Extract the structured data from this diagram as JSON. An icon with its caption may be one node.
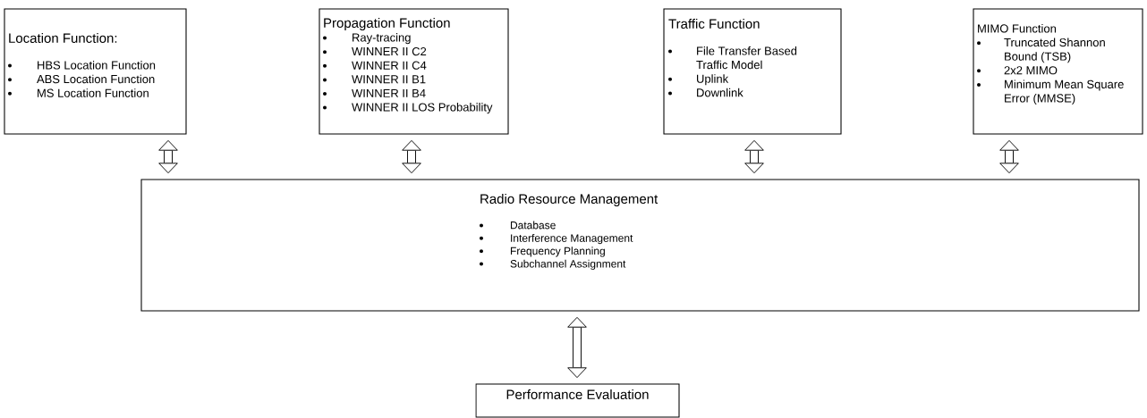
{
  "diagram": {
    "nodes": [
      {
        "text": [
          "Location Function:",
          "HBS Location Function",
          "ABS Location Function",
          "MS Location Function"
        ]
      },
      {
        "text": [
          "Propagation Function",
          "Ray-tracing",
          "WINNER II C2",
          "WINNER II C4",
          "WINNER II B1",
          "WINNER II B4",
          "WINNER II LOS Probability"
        ]
      },
      {
        "text": [
          "Traffic Function",
          "File Transfer Based Traffic Model",
          "Uplink",
          "Downlink"
        ]
      },
      {
        "text": [
          "MIMO Function",
          "Truncated Shannon Bound (TSB)",
          "2x2 MIMO",
          "Minimum Mean Square Error (MMSE)"
        ]
      },
      {
        "text": [
          "Radio Resource Management",
          "Database",
          "Interference Management",
          "Frequency Planning",
          "Subchannel Assignment"
        ]
      },
      {
        "text": [
          "Performance Evaluation"
        ]
      }
    ],
    "edges": [
      {
        "from": 0,
        "to": 4,
        "arrow": "both"
      },
      {
        "from": 1,
        "to": 4,
        "arrow": "both"
      },
      {
        "from": 2,
        "to": 4,
        "arrow": "both"
      },
      {
        "from": 3,
        "to": 4,
        "arrow": "both"
      },
      {
        "from": 4,
        "to": 5,
        "arrow": "both"
      }
    ]
  }
}
